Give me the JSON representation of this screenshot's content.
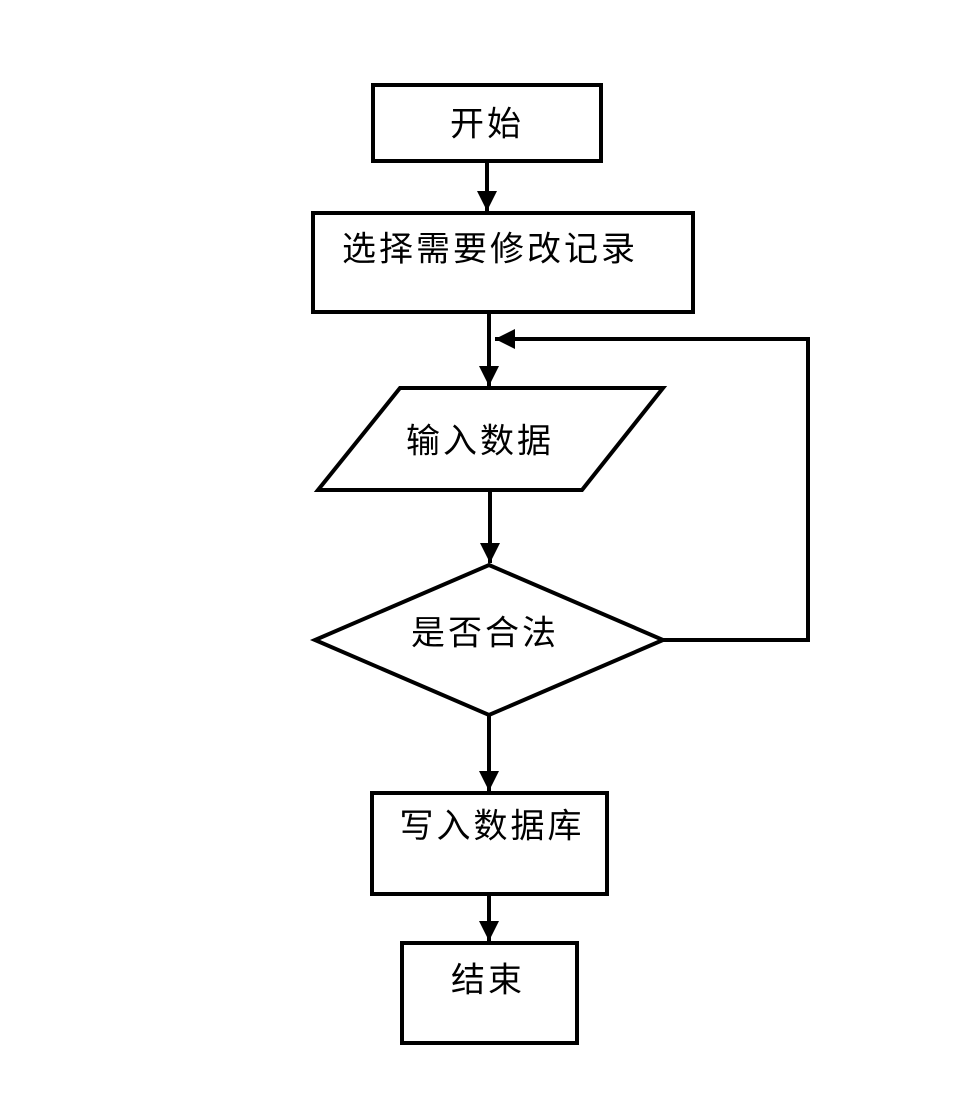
{
  "diagram": {
    "type": "flowchart",
    "background_color": "#ffffff",
    "stroke_color": "#000000",
    "text_color": "#000000",
    "nodes": [
      {
        "id": "start",
        "shape": "rectangle",
        "label": "开始"
      },
      {
        "id": "select-record",
        "shape": "rectangle",
        "label": "选择需要修改记录"
      },
      {
        "id": "input-data",
        "shape": "parallelogram",
        "label": "输入数据"
      },
      {
        "id": "validate",
        "shape": "diamond",
        "label": "是否合法"
      },
      {
        "id": "write-db",
        "shape": "rectangle",
        "label": "写入数据库"
      },
      {
        "id": "end",
        "shape": "rectangle",
        "label": "结束"
      }
    ],
    "edges": [
      {
        "from": "start",
        "to": "select-record",
        "style": "arrow-down"
      },
      {
        "from": "select-record",
        "to": "input-data",
        "style": "arrow-down"
      },
      {
        "from": "input-data",
        "to": "validate",
        "style": "arrow-down"
      },
      {
        "from": "validate",
        "to": "write-db",
        "style": "arrow-down"
      },
      {
        "from": "write-db",
        "to": "end",
        "style": "arrow-down"
      },
      {
        "from": "validate",
        "to": "input-data",
        "style": "loop-back-right"
      }
    ]
  }
}
